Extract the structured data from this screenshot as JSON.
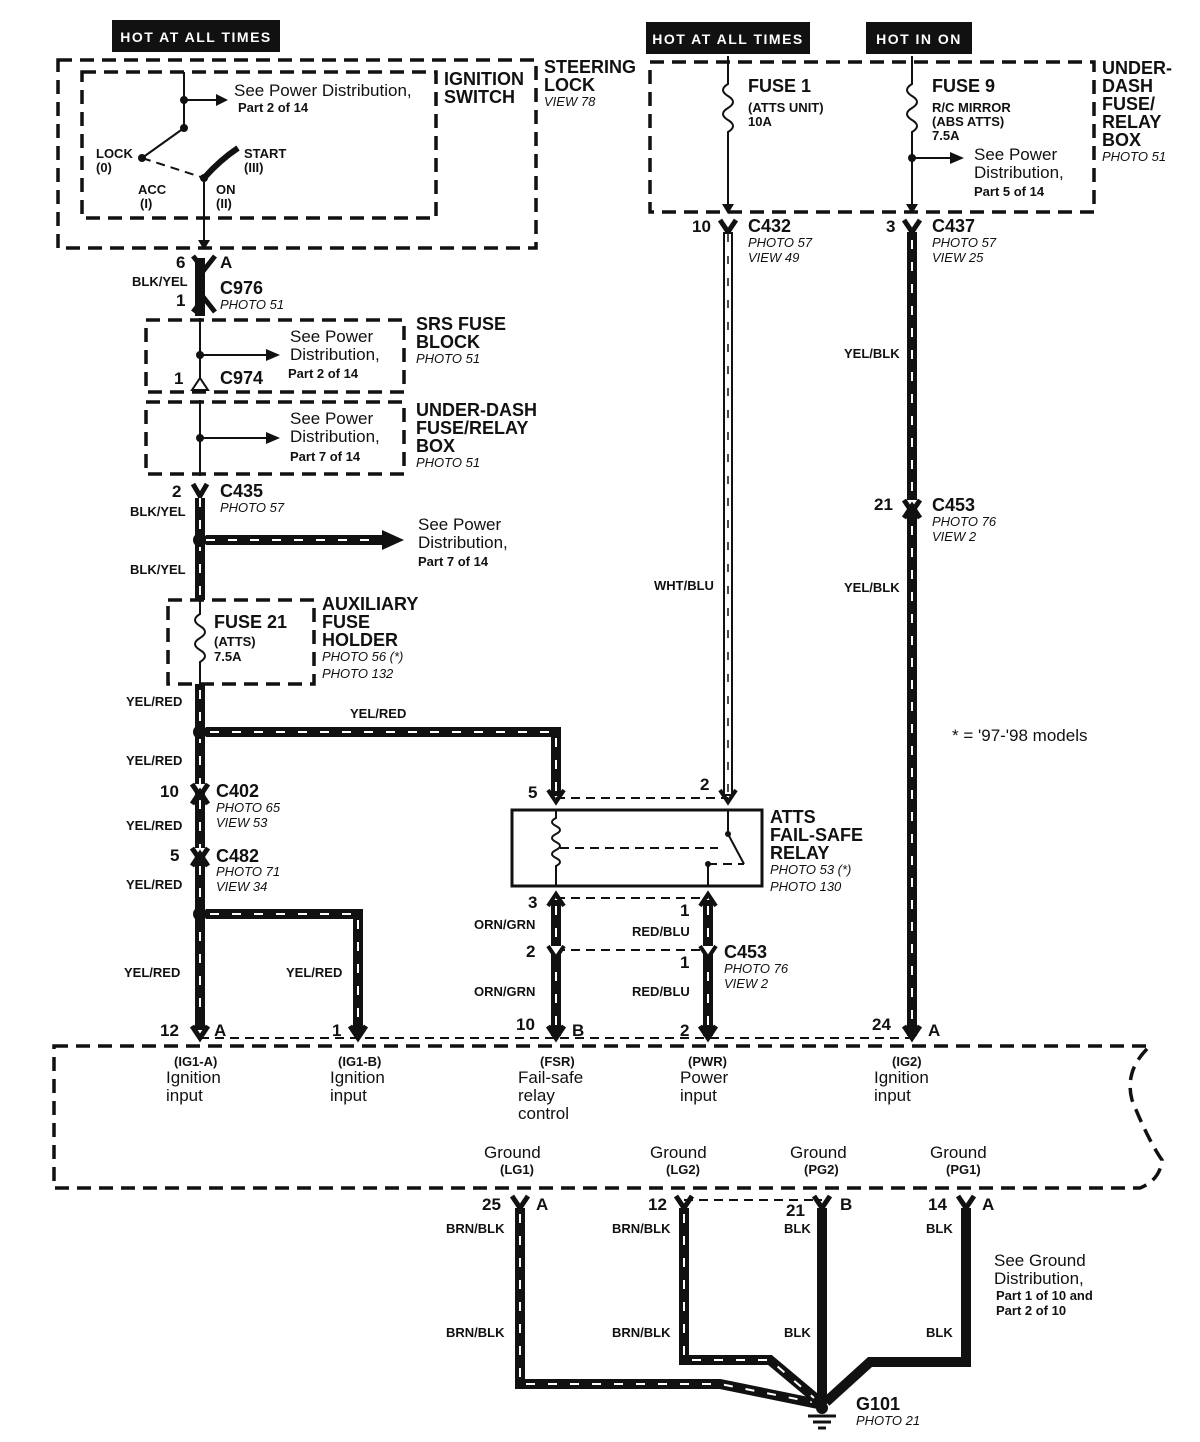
{
  "hot_labels": {
    "hot_at_all_times_1": "HOT AT ALL TIMES",
    "hot_at_all_times_2": "HOT AT ALL TIMES",
    "hot_in_on": "HOT IN ON"
  },
  "ignition_switch": {
    "title_1": "IGNITION",
    "title_2": "SWITCH",
    "power_ref_1": "See Power Distribution,",
    "power_ref_2": "Part 2 of 14",
    "lock": "LOCK",
    "lock_pos": "(0)",
    "acc": "ACC",
    "acc_pos": "(I)",
    "on": "ON",
    "on_pos": "(II)",
    "start": "START",
    "start_pos": "(III)"
  },
  "steering_lock": {
    "title_1": "STEERING",
    "title_2": "LOCK",
    "view": "VIEW 78"
  },
  "c976": {
    "pin_top": "6",
    "side": "A",
    "name": "C976",
    "photo": "PHOTO 51",
    "pin_bottom": "1",
    "wire": "BLK/YEL"
  },
  "srs_fuse_block": {
    "title_1": "SRS FUSE",
    "title_2": "BLOCK",
    "photo": "PHOTO 51",
    "ref_1": "See Power",
    "ref_2": "Distribution,",
    "ref_3": "Part 2 of 14",
    "connector": "C974",
    "pin": "1"
  },
  "underdash_box_left": {
    "title_1": "UNDER-DASH",
    "title_2": "FUSE/RELAY",
    "title_3": "BOX",
    "photo": "PHOTO 51",
    "ref_1": "See Power",
    "ref_2": "Distribution,",
    "ref_3": "Part 7 of 14"
  },
  "c435": {
    "pin": "2",
    "name": "C435",
    "photo": "PHOTO 57",
    "wire": "BLK/YEL"
  },
  "splice_ref": {
    "ref_1": "See Power",
    "ref_2": "Distribution,",
    "ref_3": "Part 7 of 14",
    "wire": "BLK/YEL"
  },
  "fuse21": {
    "name": "FUSE 21",
    "sub": "(ATTS)",
    "rating": "7.5A",
    "holder_1": "AUXILIARY",
    "holder_2": "FUSE",
    "holder_3": "HOLDER",
    "photo_1": "PHOTO 56 (*)",
    "photo_2": "PHOTO 132",
    "wire_out": "YEL/RED"
  },
  "left_branch": {
    "wire_top": "YEL/RED",
    "wire_to_relay": "YEL/RED",
    "wire_below": "YEL/RED"
  },
  "c402": {
    "pin": "10",
    "name": "C402",
    "photo": "PHOTO 65",
    "view": "VIEW 53",
    "wire": "YEL/RED"
  },
  "c482": {
    "pin": "5",
    "name": "C482",
    "photo": "PHOTO 71",
    "view": "VIEW 34",
    "wire": "YEL/RED"
  },
  "lower_left": {
    "wire_a": "YEL/RED",
    "wire_b": "YEL/RED"
  },
  "underdash_box_right": {
    "title_1": "UNDER-",
    "title_2": "DASH",
    "title_3": "FUSE/",
    "title_4": "RELAY",
    "title_5": "BOX",
    "photo": "PHOTO 51"
  },
  "fuse1": {
    "name": "FUSE 1",
    "sub": "(ATTS UNIT)",
    "rating": "10A"
  },
  "fuse9": {
    "name": "FUSE 9",
    "sub_1": "R/C MIRROR",
    "sub_2": "(ABS ATTS)",
    "rating": "7.5A",
    "ref_1": "See Power",
    "ref_2": "Distribution,",
    "ref_3": "Part 5 of 14"
  },
  "c432": {
    "pin": "10",
    "name": "C432",
    "photo": "PHOTO 57",
    "view": "VIEW 49",
    "wire": "WHT/BLU"
  },
  "c437": {
    "pin": "3",
    "name": "C437",
    "photo": "PHOTO 57",
    "view": "VIEW 25",
    "wire": "YEL/BLK"
  },
  "c453_right": {
    "pin": "21",
    "name": "C453",
    "photo": "PHOTO 76",
    "view": "VIEW 2",
    "wire": "YEL/BLK"
  },
  "footnote": "* = '97-'98 models",
  "relay": {
    "title_1": "ATTS",
    "title_2": "FAIL-SAFE",
    "title_3": "RELAY",
    "photo_1": "PHOTO 53 (*)",
    "photo_2": "PHOTO 130",
    "pin_5": "5",
    "pin_2": "2",
    "pin_3": "3",
    "pin_1": "1"
  },
  "relay_out": {
    "wire_a": "ORN/GRN",
    "wire_b": "ORN/GRN",
    "wire_c": "RED/BLU",
    "wire_d": "RED/BLU"
  },
  "c453_mid": {
    "pin_left": "2",
    "pin_right": "1",
    "name": "C453",
    "photo": "PHOTO 76",
    "view": "VIEW 2"
  },
  "unit": {
    "pin_12": "12",
    "side_a1": "A",
    "pin_1": "1",
    "pin_10": "10",
    "side_b": "B",
    "pin_2": "2",
    "pin_24": "24",
    "side_a2": "A",
    "in1_code": "(IG1-A)",
    "in1_l1": "Ignition",
    "in1_l2": "input",
    "in2_code": "(IG1-B)",
    "in2_l1": "Ignition",
    "in2_l2": "input",
    "in3_code": "(FSR)",
    "in3_l1": "Fail-safe",
    "in3_l2": "relay",
    "in3_l3": "control",
    "in4_code": "(PWR)",
    "in4_l1": "Power",
    "in4_l2": "input",
    "in5_code": "(IG2)",
    "in5_l1": "Ignition",
    "in5_l2": "input",
    "g1": "Ground",
    "g1_code": "(LG1)",
    "g2": "Ground",
    "g2_code": "(LG2)",
    "g3": "Ground",
    "g3_code": "(PG2)",
    "g4": "Ground",
    "g4_code": "(PG1)"
  },
  "grounds": {
    "pin_25": "25",
    "side_a1": "A",
    "pin_12": "12",
    "pin_21": "21",
    "side_b": "B",
    "pin_14": "14",
    "side_a2": "A",
    "w1a": "BRN/BLK",
    "w1b": "BRN/BLK",
    "w2a": "BRN/BLK",
    "w2b": "BRN/BLK",
    "w3a": "BLK",
    "w3b": "BLK",
    "w4a": "BLK",
    "w4b": "BLK",
    "ref_1": "See Ground",
    "ref_2": "Distribution,",
    "ref_3": "Part 1 of 10 and",
    "ref_4": "Part 2 of 10",
    "g101": "G101",
    "g101_photo": "PHOTO 21"
  }
}
